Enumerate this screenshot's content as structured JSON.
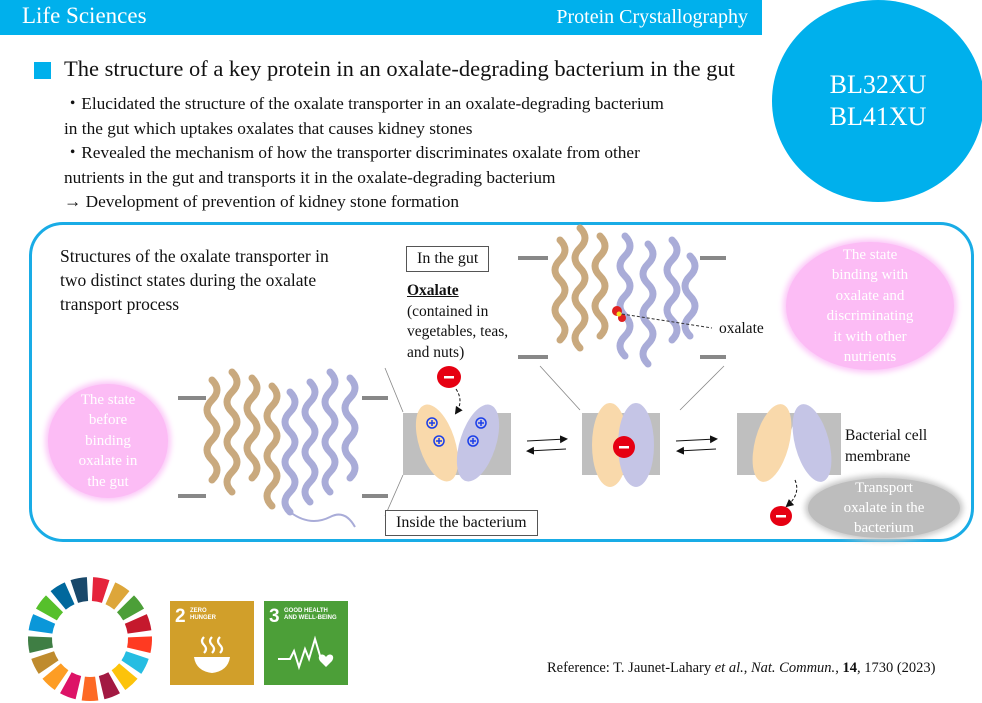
{
  "header": {
    "category": "Life Sciences",
    "field": "Protein Crystallography"
  },
  "beamlines": [
    "BL32XU",
    "BL41XU"
  ],
  "headline": "The structure of a key protein in an oxalate-degrading bacterium in the gut",
  "bullets": {
    "line1": "・Elucidated the structure of the oxalate transporter in an oxalate-degrading bacterium",
    "line2": "in the gut which uptakes oxalates that causes kidney stones",
    "line3": "・Revealed the mechanism of how the transporter discriminates oxalate from other",
    "line4": "nutrients in the gut and transports it in the oxalate-degrading bacterium",
    "line5": "→ Development of prevention of kidney stone formation"
  },
  "figure": {
    "title_lines": [
      "Structures of the oxalate transporter in",
      "two distinct states during the oxalate",
      "transport process"
    ],
    "in_the_gut": "In the gut",
    "inside_bacterium": "Inside the bacterium",
    "oxalate_heading": "Oxalate",
    "oxalate_note": [
      "(contained in",
      "vegetables, teas,",
      "and nuts)"
    ],
    "oxalate_pointer": "oxalate",
    "membrane_label": [
      "Bacterial cell",
      "membrane"
    ],
    "state_before": [
      "The state",
      "before",
      "binding",
      "oxalate in",
      "the gut"
    ],
    "state_binding": [
      "The state",
      "binding with",
      "oxalate and",
      "discriminating",
      "it with other",
      "nutrients"
    ],
    "transport": [
      "Transport",
      "oxalate in the",
      "bacterium"
    ],
    "colors": {
      "protein_a": "#f9d9ab",
      "protein_b": "#c5c5e6",
      "membrane": "#bfbfbf",
      "anion": "#e60012",
      "cation": "#1a3ee8",
      "pink_bubble": "#fcbcf5",
      "accent": "#00b0ec"
    }
  },
  "sdg": {
    "goal2": {
      "number": "2",
      "title_lines": [
        "ZERO",
        "HUNGER"
      ],
      "color": "#d19f2a"
    },
    "goal3": {
      "number": "3",
      "title_lines": [
        "GOOD HEALTH",
        "AND WELL-BEING"
      ],
      "color": "#4c9f38"
    }
  },
  "reference": {
    "prefix": "Reference: T. Jaunet-Lahary ",
    "etal": "et al.",
    "sep1": ", ",
    "journal": "Nat. Commun.",
    "sep2": ", ",
    "volume": "14",
    "rest": ", 1730 (2023)"
  }
}
